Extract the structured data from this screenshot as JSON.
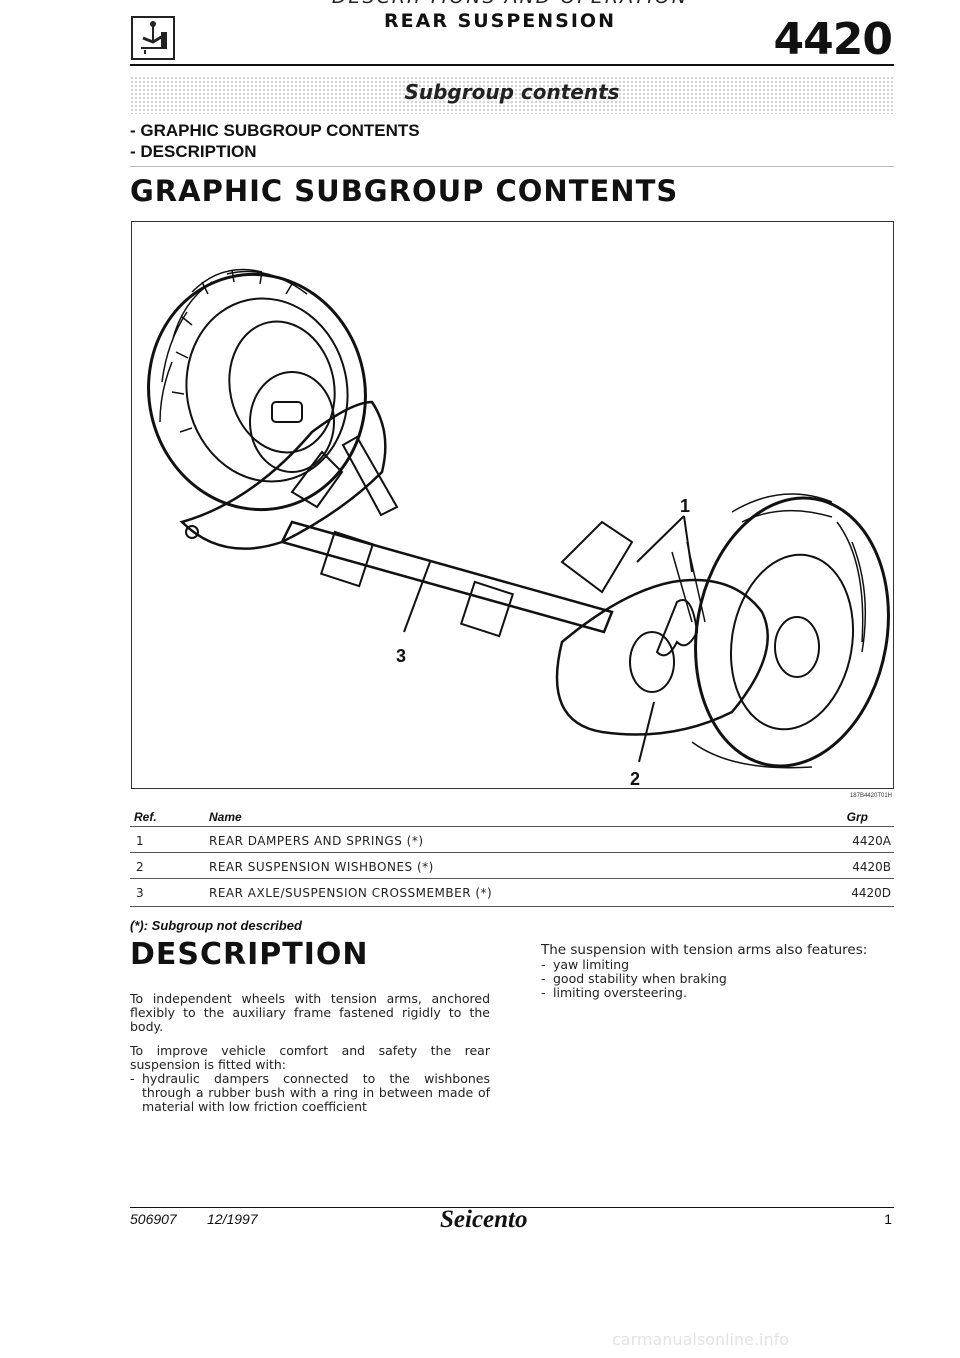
{
  "header": {
    "cut_line": "DESCRIPTIONS AND OPERATION",
    "title": "REAR SUSPENSION",
    "code": "4420"
  },
  "band_title": "Subgroup contents",
  "toc": [
    "- GRAPHIC SUBGROUP CONTENTS",
    "- DESCRIPTION"
  ],
  "section_title": "GRAPHIC SUBGROUP CONTENTS",
  "figure": {
    "callouts": [
      "1",
      "2",
      "3"
    ],
    "code": "187B4420T01H"
  },
  "table": {
    "headers": {
      "ref": "Ref.",
      "name": "Name",
      "grp": "Grp"
    },
    "rows": [
      {
        "ref": "1",
        "name": "REAR DAMPERS AND SPRINGS (*)",
        "grp": "4420A"
      },
      {
        "ref": "2",
        "name": "REAR SUSPENSION WISHBONES (*)",
        "grp": "4420B"
      },
      {
        "ref": "3",
        "name": "REAR AXLE/SUSPENSION CROSSMEMBER (*)",
        "grp": "4420D"
      }
    ]
  },
  "footnote": "(*): Subgroup not described",
  "description": {
    "title": "DESCRIPTION",
    "left_p1": "To independent wheels with tension arms, anchored flexibly to the auxiliary frame fastened rigidly to the body.",
    "left_p2": "To improve vehicle comfort and safety the rear suspension is fitted with:",
    "left_items": [
      "hydraulic dampers connected to the wishbones through a rubber bush with a ring in between made of material with low friction coefficient"
    ],
    "right_intro": "The suspension with tension arms also features:",
    "right_items": [
      "yaw limiting",
      "good stability when braking",
      "limiting oversteering."
    ]
  },
  "footer": {
    "doc": "506907",
    "date": "12/1997",
    "brand": "Seicento",
    "page": "1"
  },
  "watermark": "carmanualsonline.info"
}
